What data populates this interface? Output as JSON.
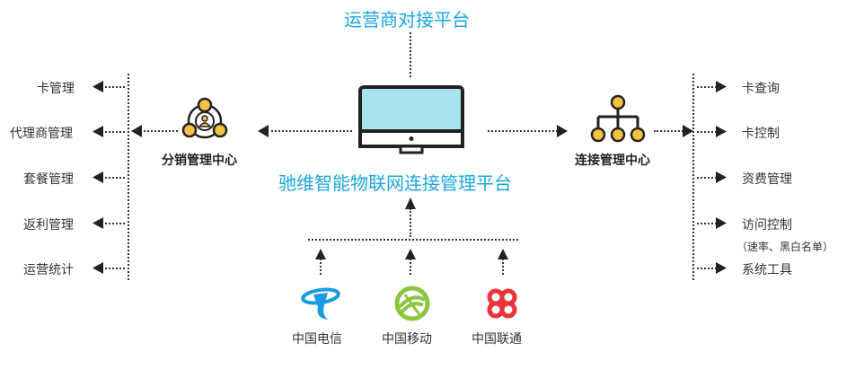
{
  "operator_platform": "运营商对接平台",
  "center_platform": "驰维智能物联网连接管理平台",
  "distribution_center": {
    "label": "分销管理中心",
    "items": [
      "卡管理",
      "代理商管理",
      "套餐管理",
      "返利管理",
      "运营统计"
    ]
  },
  "connection_center": {
    "label": "连接管理中心",
    "items": [
      "卡查询",
      "卡控制",
      "资费管理",
      "访问控制",
      "系统工具"
    ],
    "note": "（速率、黑白名单）"
  },
  "carriers": [
    "中国电信",
    "中国移动",
    "中国联通"
  ],
  "colors": {
    "accent_blue": "#1aa7e0",
    "monitor_screen": "#a8e3f0",
    "node_yellow": "#f5c342",
    "telecom_blue": "#1a9be0",
    "mobile_green": "#8cc63f",
    "unicom_red": "#e8343a"
  },
  "icons": [
    "monitor-icon",
    "user-network-icon",
    "org-tree-icon",
    "china-telecom-logo",
    "china-mobile-logo",
    "china-unicom-logo"
  ]
}
